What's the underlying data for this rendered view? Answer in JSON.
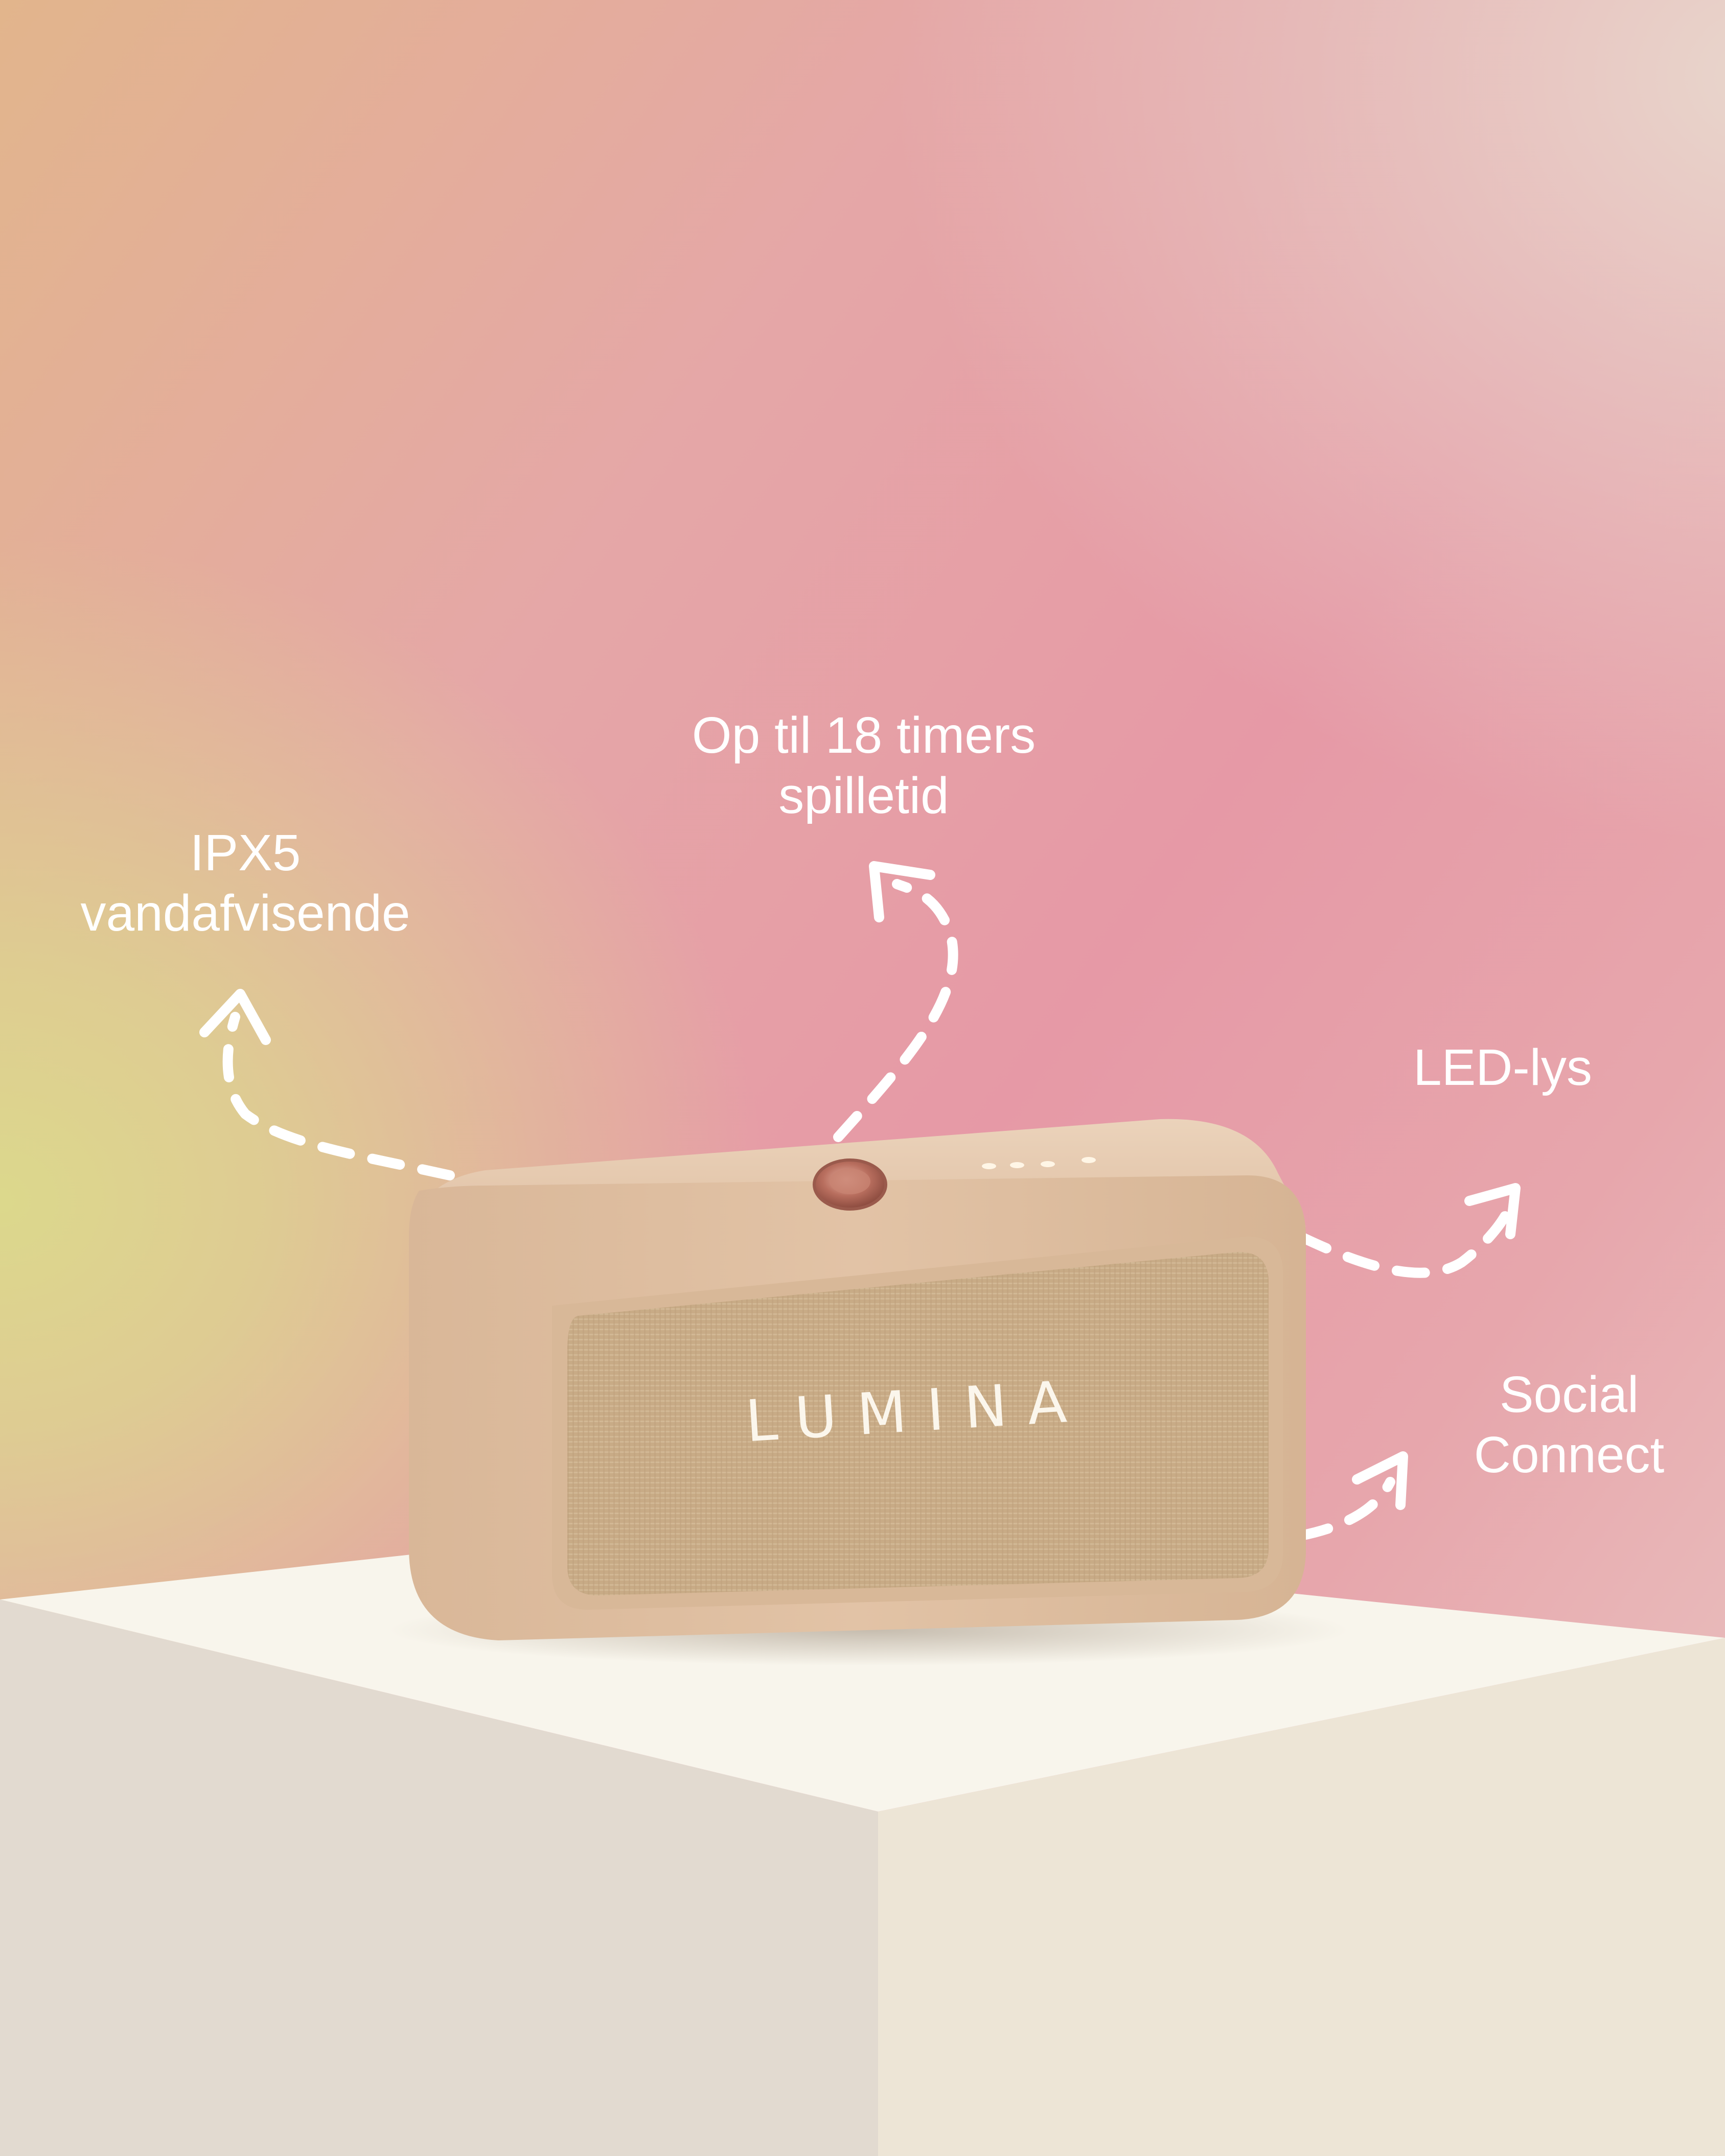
{
  "brand": {
    "name": "LUMINA"
  },
  "callouts": {
    "waterproof": {
      "line1": "IPX5",
      "line2": "vandafvisende"
    },
    "playtime": {
      "line1": "Op til 18 timers",
      "line2": "spilletid"
    },
    "led": {
      "line1": "LED-lys"
    },
    "social": {
      "line1": "Social",
      "line2": "Connect"
    }
  },
  "colors": {
    "text": "#ffffff",
    "speaker_body": "#e2c3a6",
    "speaker_grille": "#c9ac87",
    "button": "#b86e5e",
    "pedestal_left": "#e2dad0",
    "pedestal_right": "#ede5d6",
    "pedestal_top": "#f8f5ec"
  },
  "icons": [
    "dashed-arrow-icon",
    "power-button-icon",
    "led-indicator-icon"
  ]
}
